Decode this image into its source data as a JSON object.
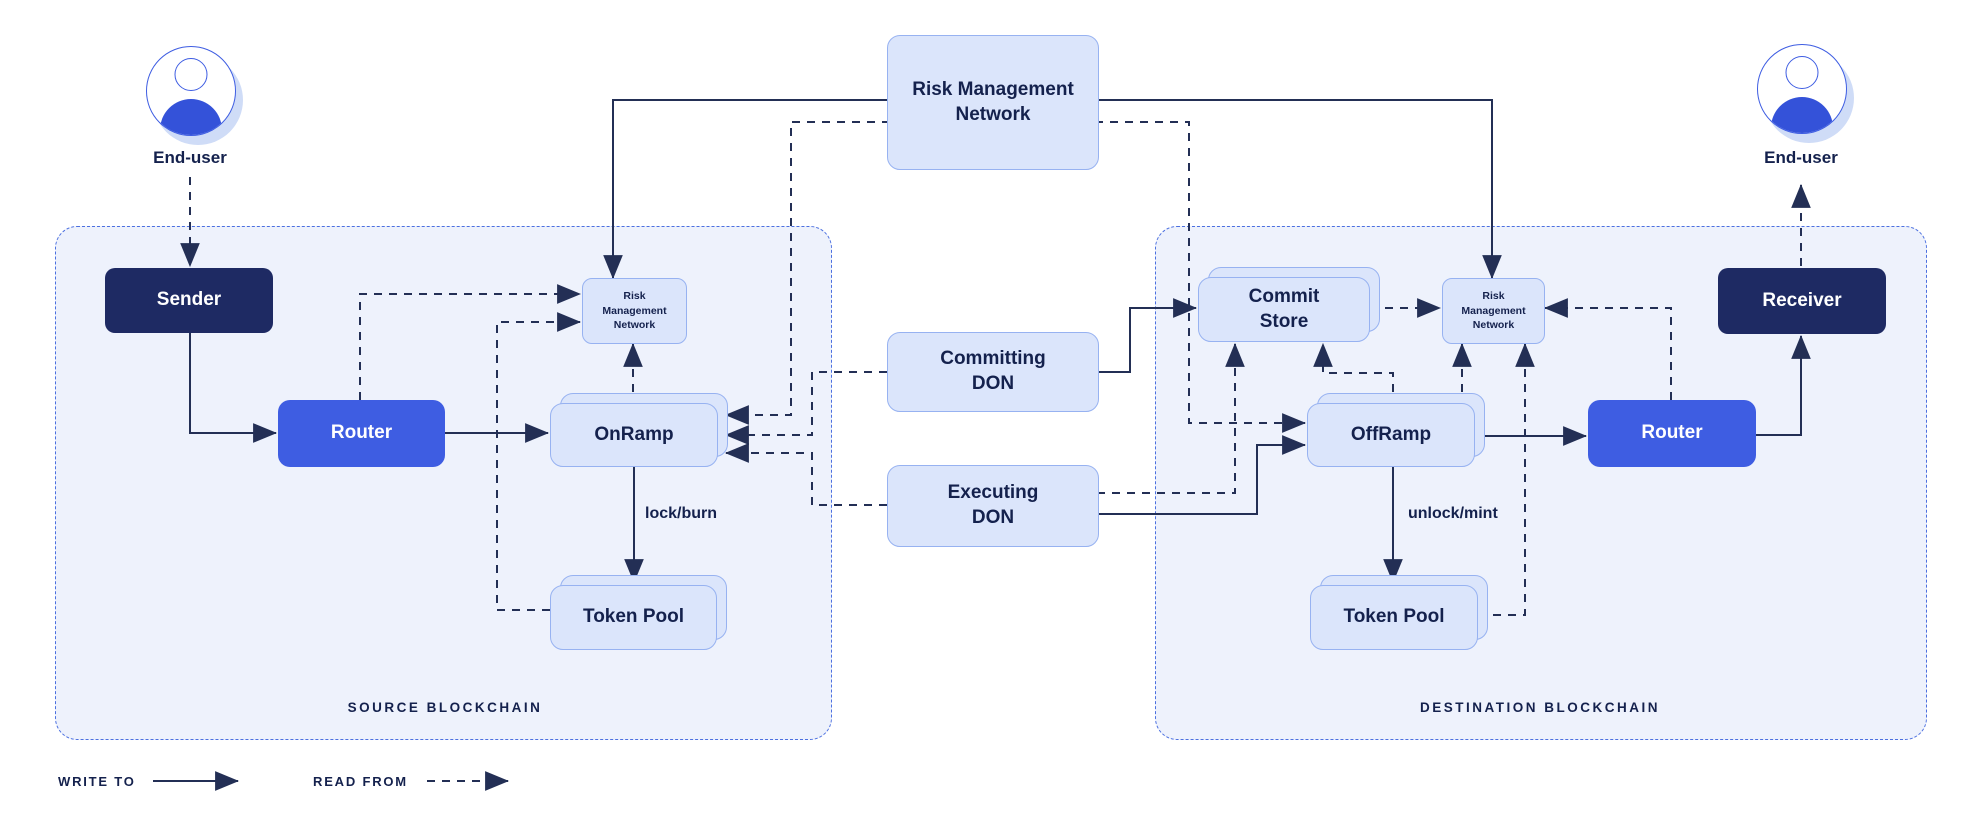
{
  "diagram": {
    "nodes": {
      "risk_management_network": "Risk Management Network",
      "sender": "Sender",
      "router_source": "Router",
      "rmn_source": "Risk Management Network",
      "onramp": "OnRamp",
      "token_pool_source": "Token Pool",
      "committing_don": "Committing DON",
      "executing_don": "Executing DON",
      "commit_store": "Commit Store",
      "rmn_destination": "Risk Management Network",
      "offramp": "OffRamp",
      "token_pool_destination": "Token Pool",
      "router_destination": "Router",
      "receiver": "Receiver"
    },
    "actors": {
      "end_user_left": "End-user",
      "end_user_right": "End-user"
    },
    "containers": {
      "source": {
        "label": "SOURCE BLOCKCHAIN"
      },
      "destination": {
        "label": "DESTINATION BLOCKCHAIN"
      }
    },
    "edge_labels": {
      "lock_burn": "lock/burn",
      "unlock_mint": "unlock/mint"
    },
    "legend": {
      "write_to": "WRITE TO",
      "read_from": "READ FROM"
    },
    "icons": {
      "end_user_left": "user-avatar",
      "end_user_right": "user-avatar"
    },
    "colors": {
      "navy_box": "#1e2a63",
      "blue_box": "#3e5de2",
      "light_box": "#dbe5fb",
      "light_box_border": "#97b2f1",
      "line": "#232f55",
      "text_dark": "#14214d",
      "container_fill": "#eef2fc",
      "container_border": "#4c70e0",
      "avatar_body": "#3452d9",
      "avatar_shadow": "#cfdcf7"
    }
  }
}
